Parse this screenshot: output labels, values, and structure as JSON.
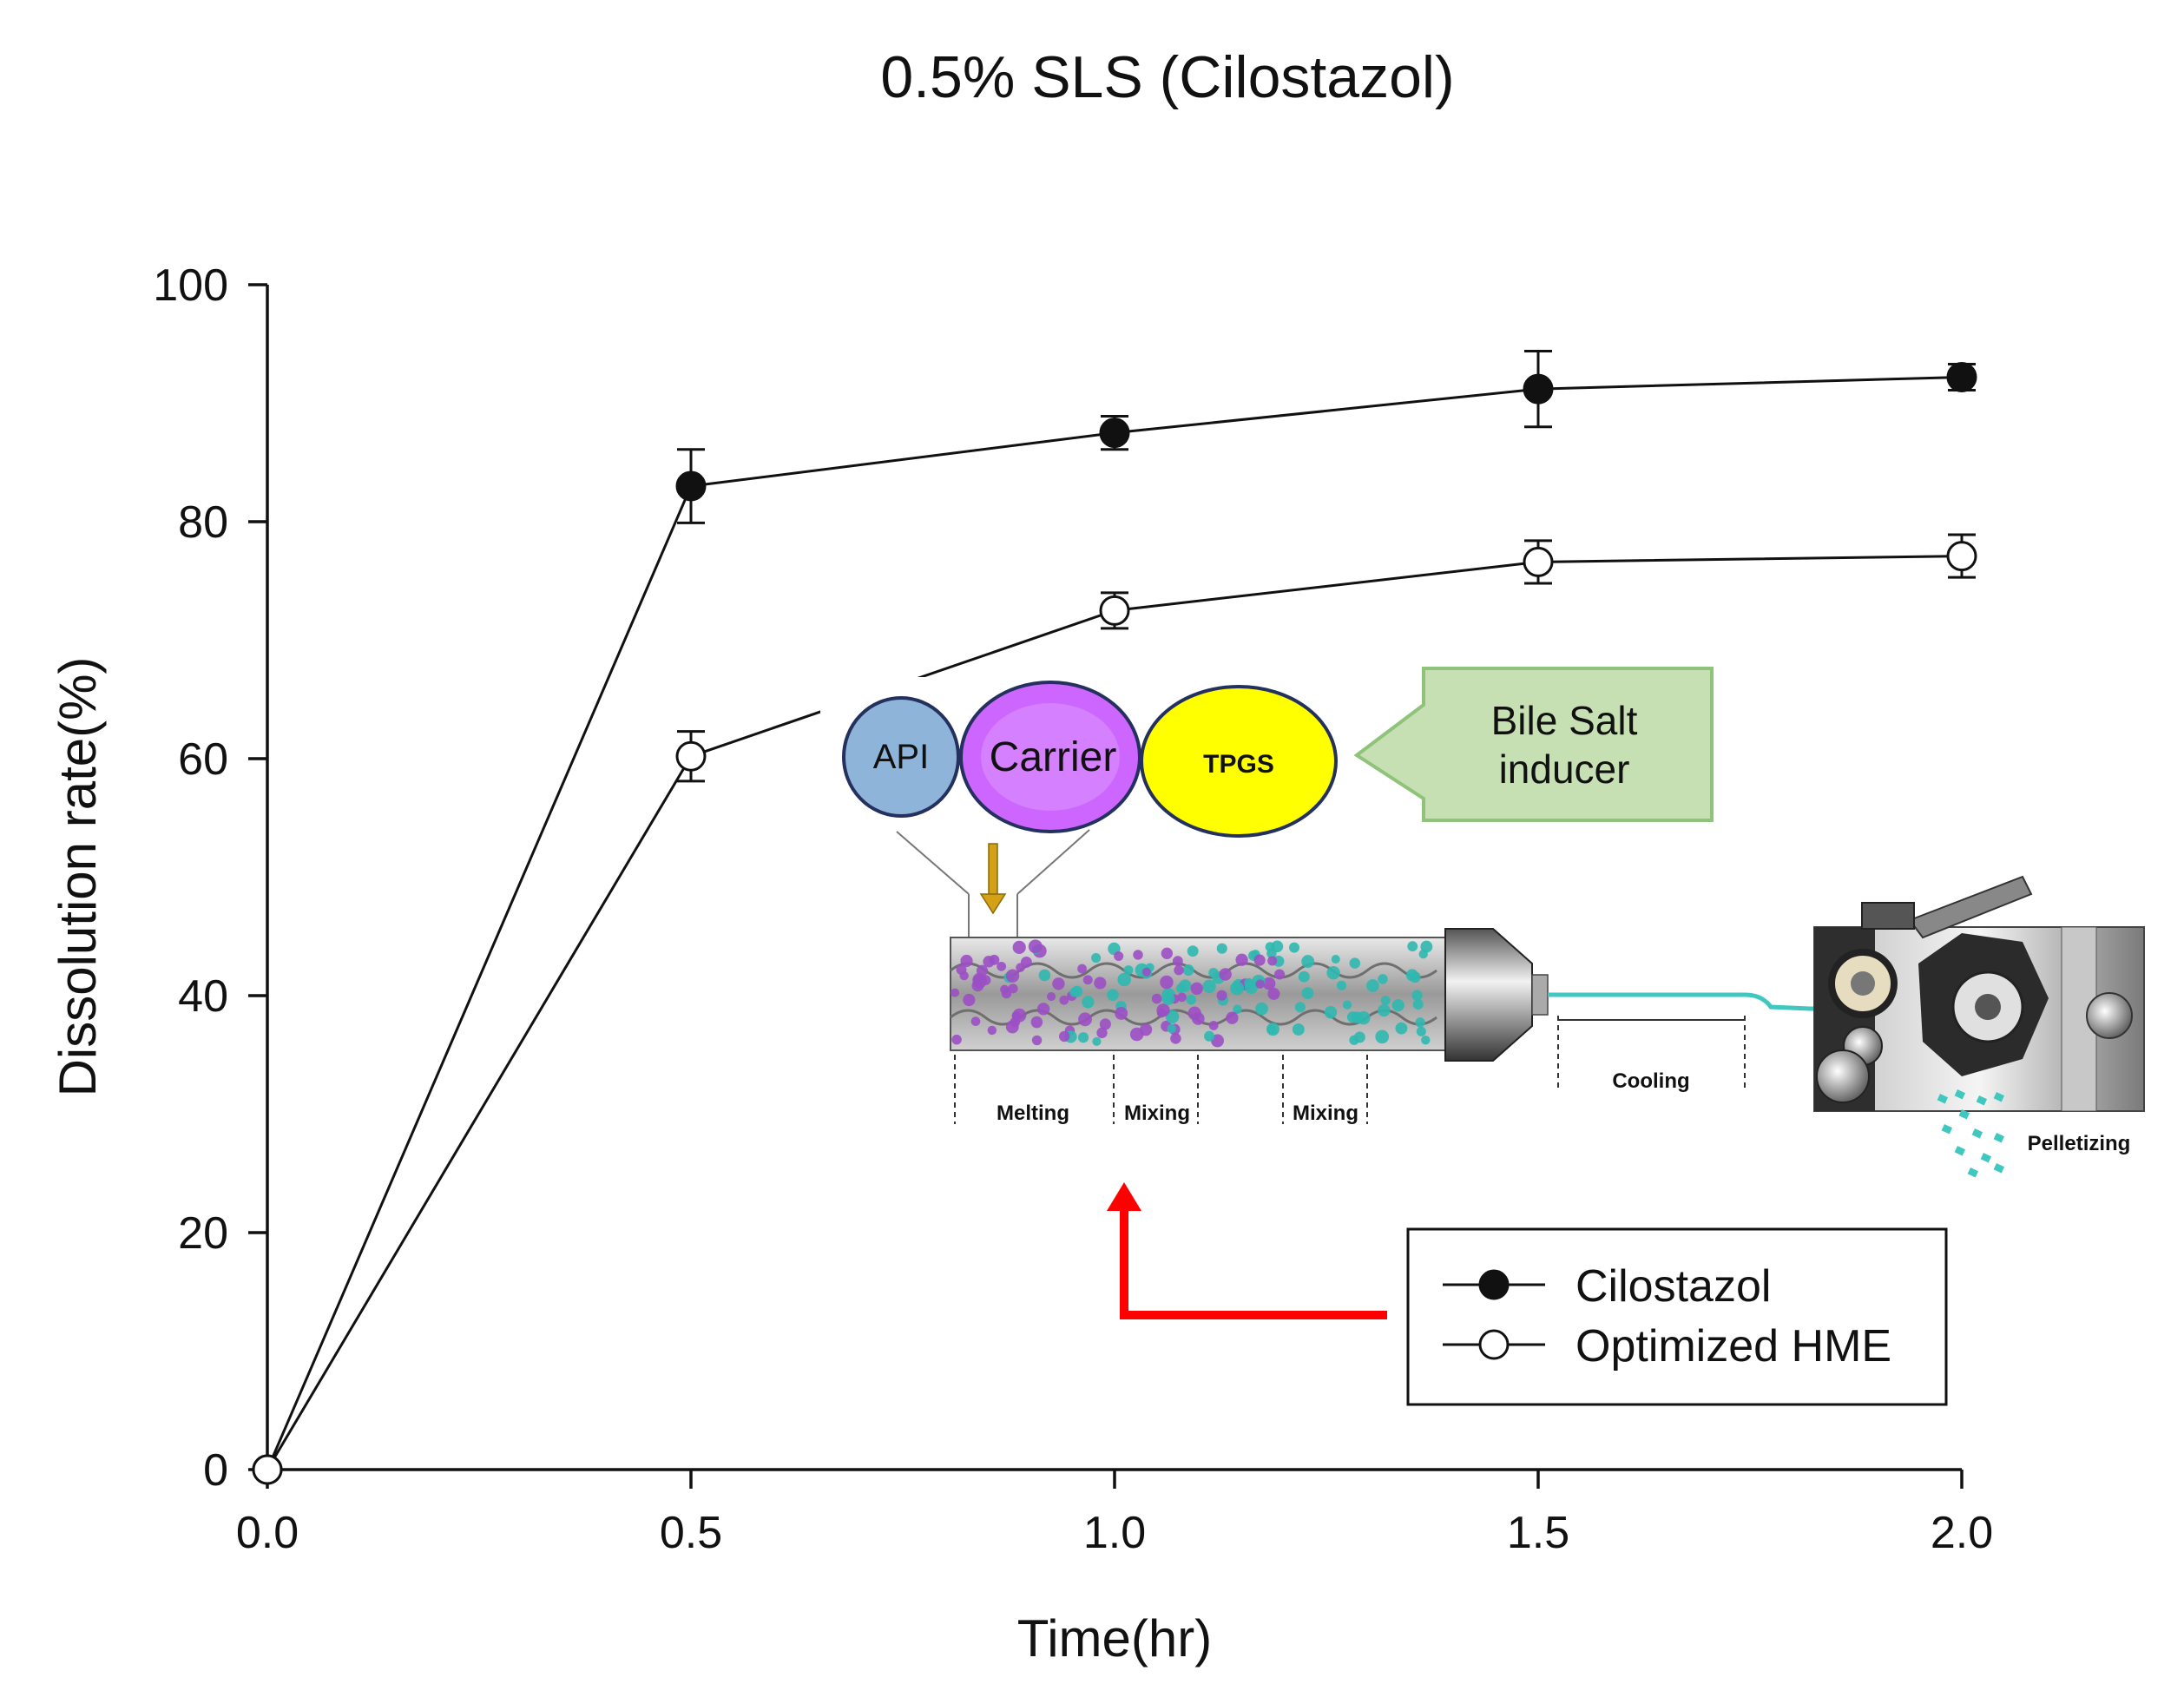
{
  "chart_data": {
    "type": "line",
    "title": "0.5% SLS (Cilostazol)",
    "xlabel": "Time(hr)",
    "ylabel": "Dissolution rate(%)",
    "xlim": [
      0,
      2
    ],
    "ylim": [
      0,
      100
    ],
    "xticks": [
      0.0,
      0.5,
      1.0,
      1.5,
      2.0
    ],
    "xtick_labels": [
      "0.0",
      "0.5",
      "1.0",
      "1.5",
      "2.0"
    ],
    "yticks": [
      0,
      20,
      40,
      60,
      80,
      100
    ],
    "ytick_labels": [
      "0",
      "20",
      "40",
      "60",
      "80",
      "100"
    ],
    "grid": false,
    "legend_position": "bottom-right",
    "series": [
      {
        "name": "Cilostazol",
        "marker": "filled-circle",
        "x": [
          0,
          0.5,
          1.0,
          1.5,
          2.0
        ],
        "y": [
          0,
          83,
          87.5,
          91.2,
          92.2
        ],
        "err": [
          0,
          3.1,
          1.4,
          3.2,
          1.1
        ]
      },
      {
        "name": "Optimized HME",
        "marker": "open-circle",
        "x": [
          0,
          0.5,
          1.0,
          1.5,
          2.0
        ],
        "y": [
          0,
          60.2,
          72.5,
          76.6,
          77.1
        ],
        "err": [
          0,
          2.1,
          1.5,
          1.8,
          1.8
        ]
      }
    ],
    "colors": {
      "line": "#111111",
      "api": "#8fb4d9",
      "carrier": "#cc66ff",
      "tpgs": "#ffff00",
      "inducer_box": "#c6e0b4",
      "arrow": "#ff0000",
      "feed_arrow": "#d4a017",
      "extrudate": "#40c8c0"
    },
    "inset": {
      "components": [
        "API",
        "Carrier",
        "TPGS"
      ],
      "inducer_label_line1": "Bile Salt",
      "inducer_label_line2": "inducer",
      "extruder_zones": [
        "Melting",
        "Mixing",
        "Mixing"
      ],
      "cooling_label": "Cooling",
      "pelletizing_label": "Pelletizing"
    }
  }
}
